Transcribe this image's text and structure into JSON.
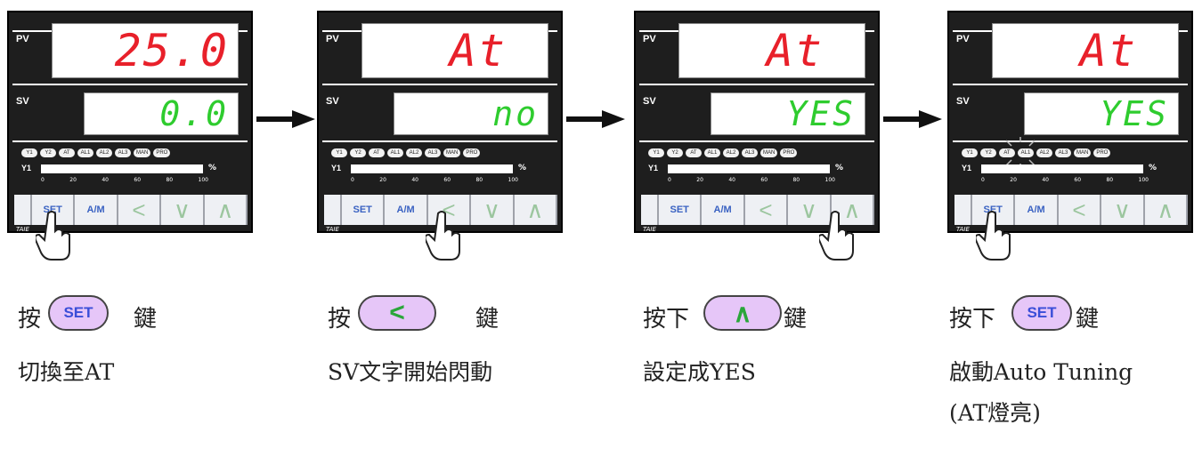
{
  "panels": [
    {
      "pv_label": "PV",
      "sv_label": "SV",
      "pv": "25.0",
      "sv": "0.0",
      "y1_label": "Y1",
      "pct": "%",
      "sv_blink": false,
      "at_lit": false,
      "hand_on": "set"
    },
    {
      "pv_label": "PV",
      "sv_label": "SV",
      "pv": "At",
      "sv": "no",
      "y1_label": "Y1",
      "pct": "%",
      "sv_blink": true,
      "at_lit": false,
      "hand_on": "left"
    },
    {
      "pv_label": "PV",
      "sv_label": "SV",
      "pv": "At",
      "sv": "YES",
      "y1_label": "Y1",
      "pct": "%",
      "sv_blink": true,
      "at_lit": false,
      "hand_on": "up"
    },
    {
      "pv_label": "PV",
      "sv_label": "SV",
      "pv": "At",
      "sv": "YES",
      "y1_label": "Y1",
      "pct": "%",
      "sv_blink": false,
      "at_lit": true,
      "hand_on": "set"
    }
  ],
  "indicators": [
    "Y1",
    "Y2",
    "AT",
    "AL1",
    "AL2",
    "AL3",
    "MAN",
    "PRO"
  ],
  "bar_ticks": [
    "0",
    "20",
    "40",
    "60",
    "80",
    "100"
  ],
  "keys": {
    "set": "SET",
    "am": "A/M",
    "left": "<",
    "down": "∨",
    "up": "∧"
  },
  "brand": "TAIE",
  "captions": [
    {
      "pre": "按",
      "pill": "SET",
      "post": "鍵",
      "line2": "切換至AT",
      "line3": ""
    },
    {
      "pre": "按",
      "pill": "<",
      "post": "鍵",
      "line2": "SV文字開始閃動",
      "line3": ""
    },
    {
      "pre": "按下",
      "pill": "∧",
      "post": "鍵",
      "line2": "設定成YES",
      "line3": ""
    },
    {
      "pre": "按下",
      "pill": "SET",
      "post": "鍵",
      "line2": "啟動Auto Tuning",
      "line3": "(AT燈亮)"
    }
  ],
  "colors": {
    "pv_red": "#e8202a",
    "sv_green": "#2ecc2e",
    "pill_fill": "#e6c6f8",
    "pill_text": "#3a4ed8"
  }
}
